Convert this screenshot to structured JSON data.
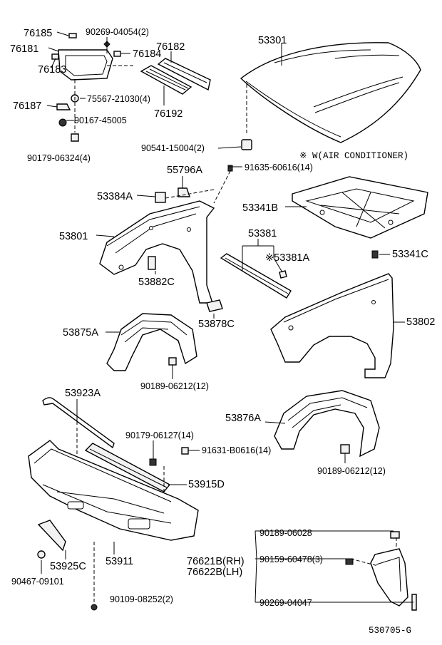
{
  "labels": {
    "p76185": "76185",
    "p90269_04054": "90269-04054(2)",
    "p76181": "76181",
    "p76184": "76184",
    "p76182": "76182",
    "p53301": "53301",
    "p76183": "76183",
    "p75567": "75567-21030(4)",
    "p76187": "76187",
    "p90167": "90167-45005",
    "p76192": "76192",
    "p90179_06324": "90179-06324(4)",
    "p90541": "90541-15004(2)",
    "note_w": "※ W(AIR CONDITIONER)",
    "p55796A": "55796A",
    "p91635": "91635-60616(14)",
    "p53384A": "53384A",
    "p53341B": "53341B",
    "p53801": "53801",
    "p53381": "53381",
    "p53381A": "※53381A",
    "p53341C": "53341C",
    "p53882C": "53882C",
    "p53878C": "53878C",
    "p53802": "53802",
    "p53875A": "53875A",
    "p90189_a": "90189-06212(12)",
    "p53923A": "53923A",
    "p53876A": "53876A",
    "p90179_06127": "90179-06127(14)",
    "p91631": "91631-B0616(14)",
    "p53915D": "53915D",
    "p90189_b": "90189-06212(12)",
    "p90189_06028": "90189-06028",
    "p76621B": "76621B(RH)",
    "p76622B": "76622B(LH)",
    "p90159": "90159-60478(3)",
    "p53925C": "53925C",
    "p53911": "53911",
    "p90269_04047": "90269-04047",
    "p90467": "90467-09101",
    "p90109": "90109-08252(2)",
    "diagram_code": "530705-G"
  }
}
